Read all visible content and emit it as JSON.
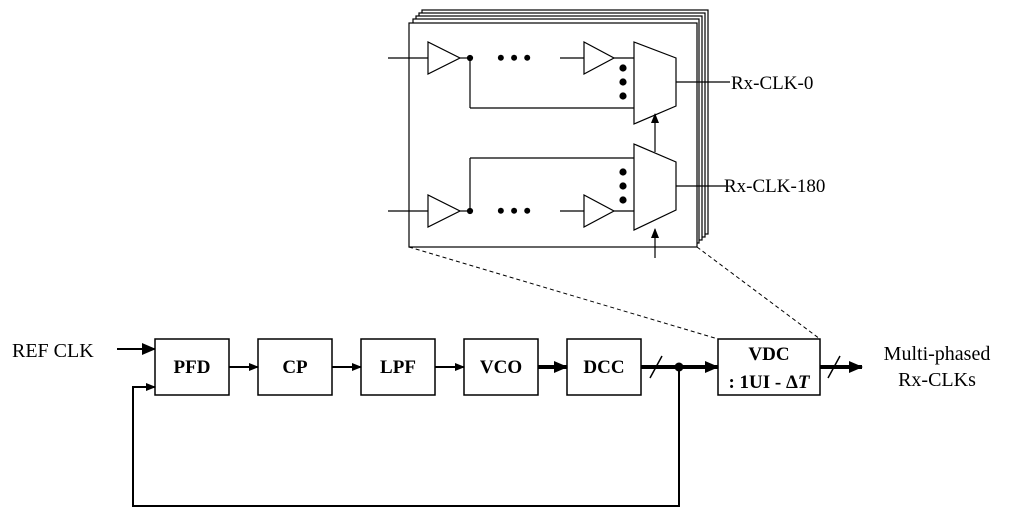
{
  "labels": {
    "ref_clk": "REF CLK",
    "output_line1": "Multi-phased",
    "output_line2": "Rx-CLKs",
    "rx_clk_0": "Rx-CLK-0",
    "rx_clk_180": "Rx-CLK-180"
  },
  "blocks": {
    "pfd": "PFD",
    "cp": "CP",
    "lpf": "LPF",
    "vco": "VCO",
    "dcc": "DCC",
    "vdc_line1": "VDC",
    "vdc_line2_prefix": ": 1UI - Δ",
    "vdc_line2_italic": "T"
  },
  "ellipsis": "• • •"
}
